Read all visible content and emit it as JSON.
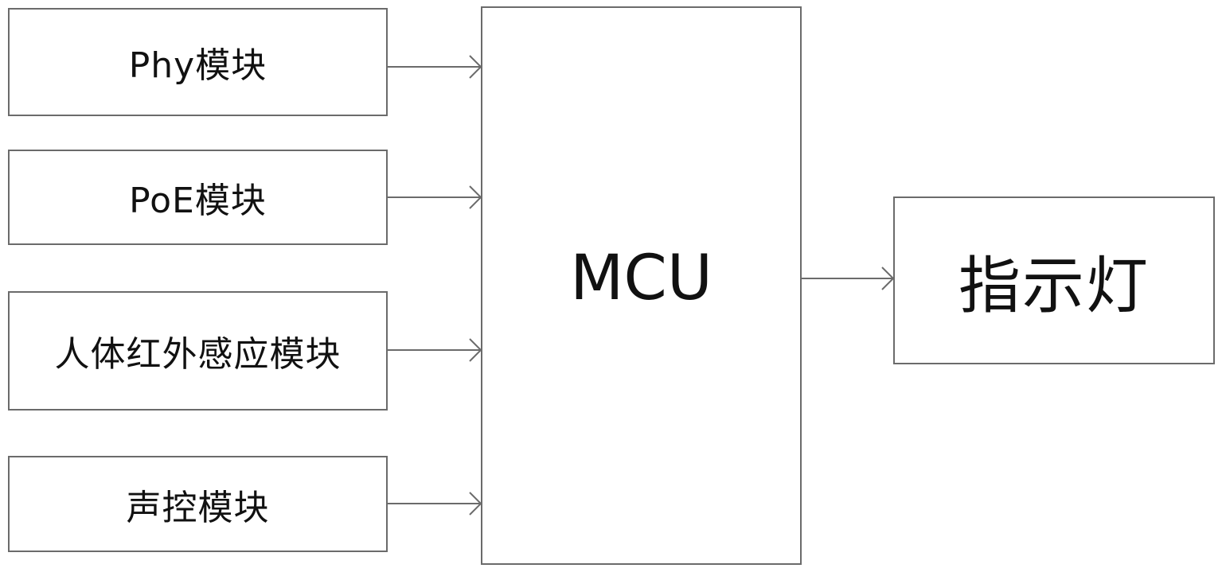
{
  "diagram": {
    "type": "block-diagram",
    "inputs": [
      {
        "id": "phy",
        "label": "Phy模块"
      },
      {
        "id": "poe",
        "label": "PoE模块"
      },
      {
        "id": "pir",
        "label": "人体红外感应模块"
      },
      {
        "id": "sound",
        "label": "声控模块"
      }
    ],
    "processor": {
      "id": "mcu",
      "label": "MCU"
    },
    "output": {
      "id": "indicator",
      "label": "指示灯"
    },
    "edges": [
      {
        "from": "phy",
        "to": "mcu"
      },
      {
        "from": "poe",
        "to": "mcu"
      },
      {
        "from": "pir",
        "to": "mcu"
      },
      {
        "from": "sound",
        "to": "mcu"
      },
      {
        "from": "mcu",
        "to": "indicator"
      }
    ],
    "colors": {
      "line": "#6b6b6b",
      "text": "#111111",
      "background": "#ffffff"
    }
  }
}
